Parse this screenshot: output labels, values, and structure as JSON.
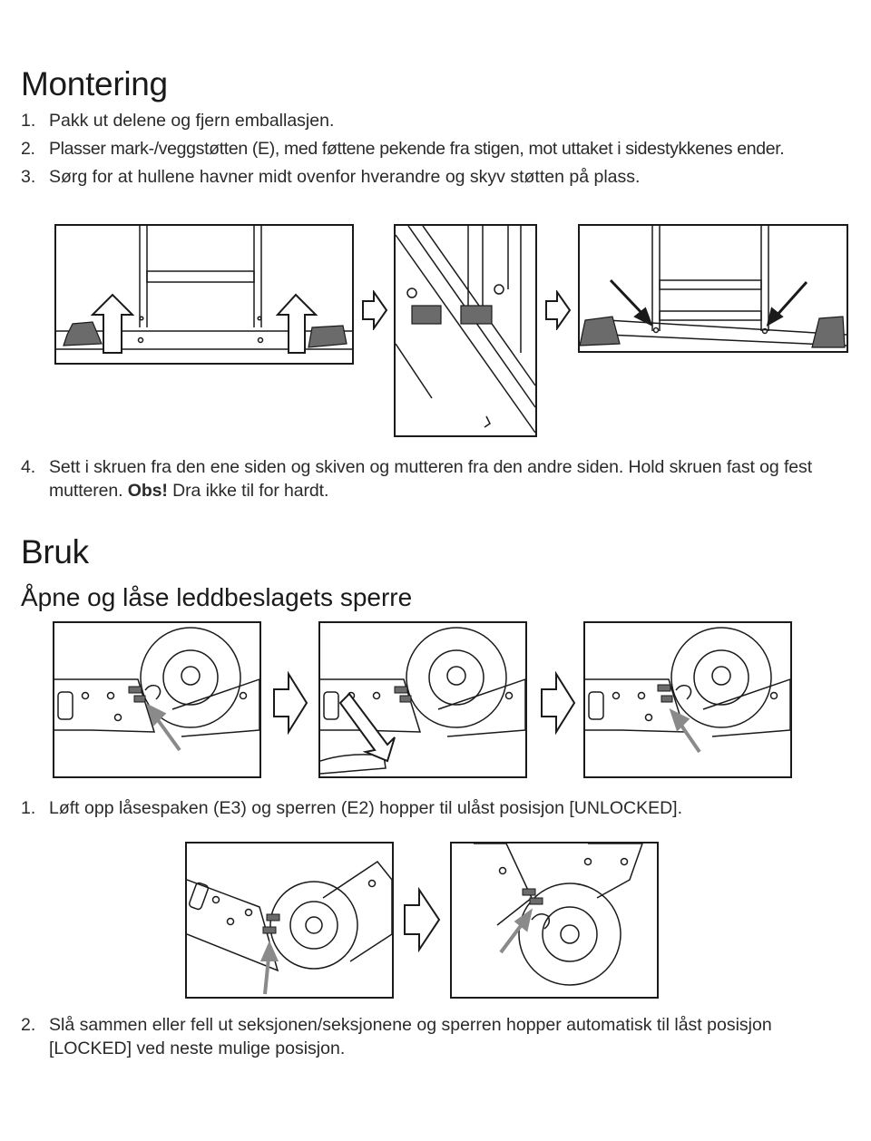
{
  "montering": {
    "heading": "Montering",
    "steps": [
      {
        "num": "1.",
        "text": "Pakk ut delene og fjern emballasjen."
      },
      {
        "num": "2.",
        "text": "Plasser mark-/veggstøtten (E), med føttene pekende fra stigen, mot uttaket i sidestykkenes ender."
      },
      {
        "num": "3.",
        "text": "Sørg for at hullene havner midt ovenfor hverandre og skyv støtten på plass."
      }
    ],
    "step4": {
      "num": "4.",
      "text_before": "Sett i skruen fra den ene siden og skiven og mutteren fra den andre siden. Hold skruen fast og fest mutteren. ",
      "bold": "Obs!",
      "text_after": " Dra ikke til for hardt."
    }
  },
  "bruk": {
    "heading": "Bruk",
    "subheading": "Åpne og låse leddbeslagets sperre",
    "steps": [
      {
        "num": "1.",
        "text": "Løft opp låsespaken (E3) og sperren (E2) hopper til ulåst posisjon [UNLOCKED]."
      },
      {
        "num": "2.",
        "text": "Slå sammen eller fell ut seksjonen/seksjonene og sperren hopper automatisk til låst posisjon [LOCKED] ved neste mulige posisjon."
      }
    ]
  },
  "colors": {
    "text": "#2a2a2a",
    "line": "#1a1a1a",
    "foot_gray": "#6b6b6b",
    "arrow_gray": "#8a8a8a"
  },
  "icons": [
    "flow-arrow-icon",
    "push-up-arrow-icon",
    "pointer-arrow-icon",
    "hinge-lock-icon"
  ]
}
